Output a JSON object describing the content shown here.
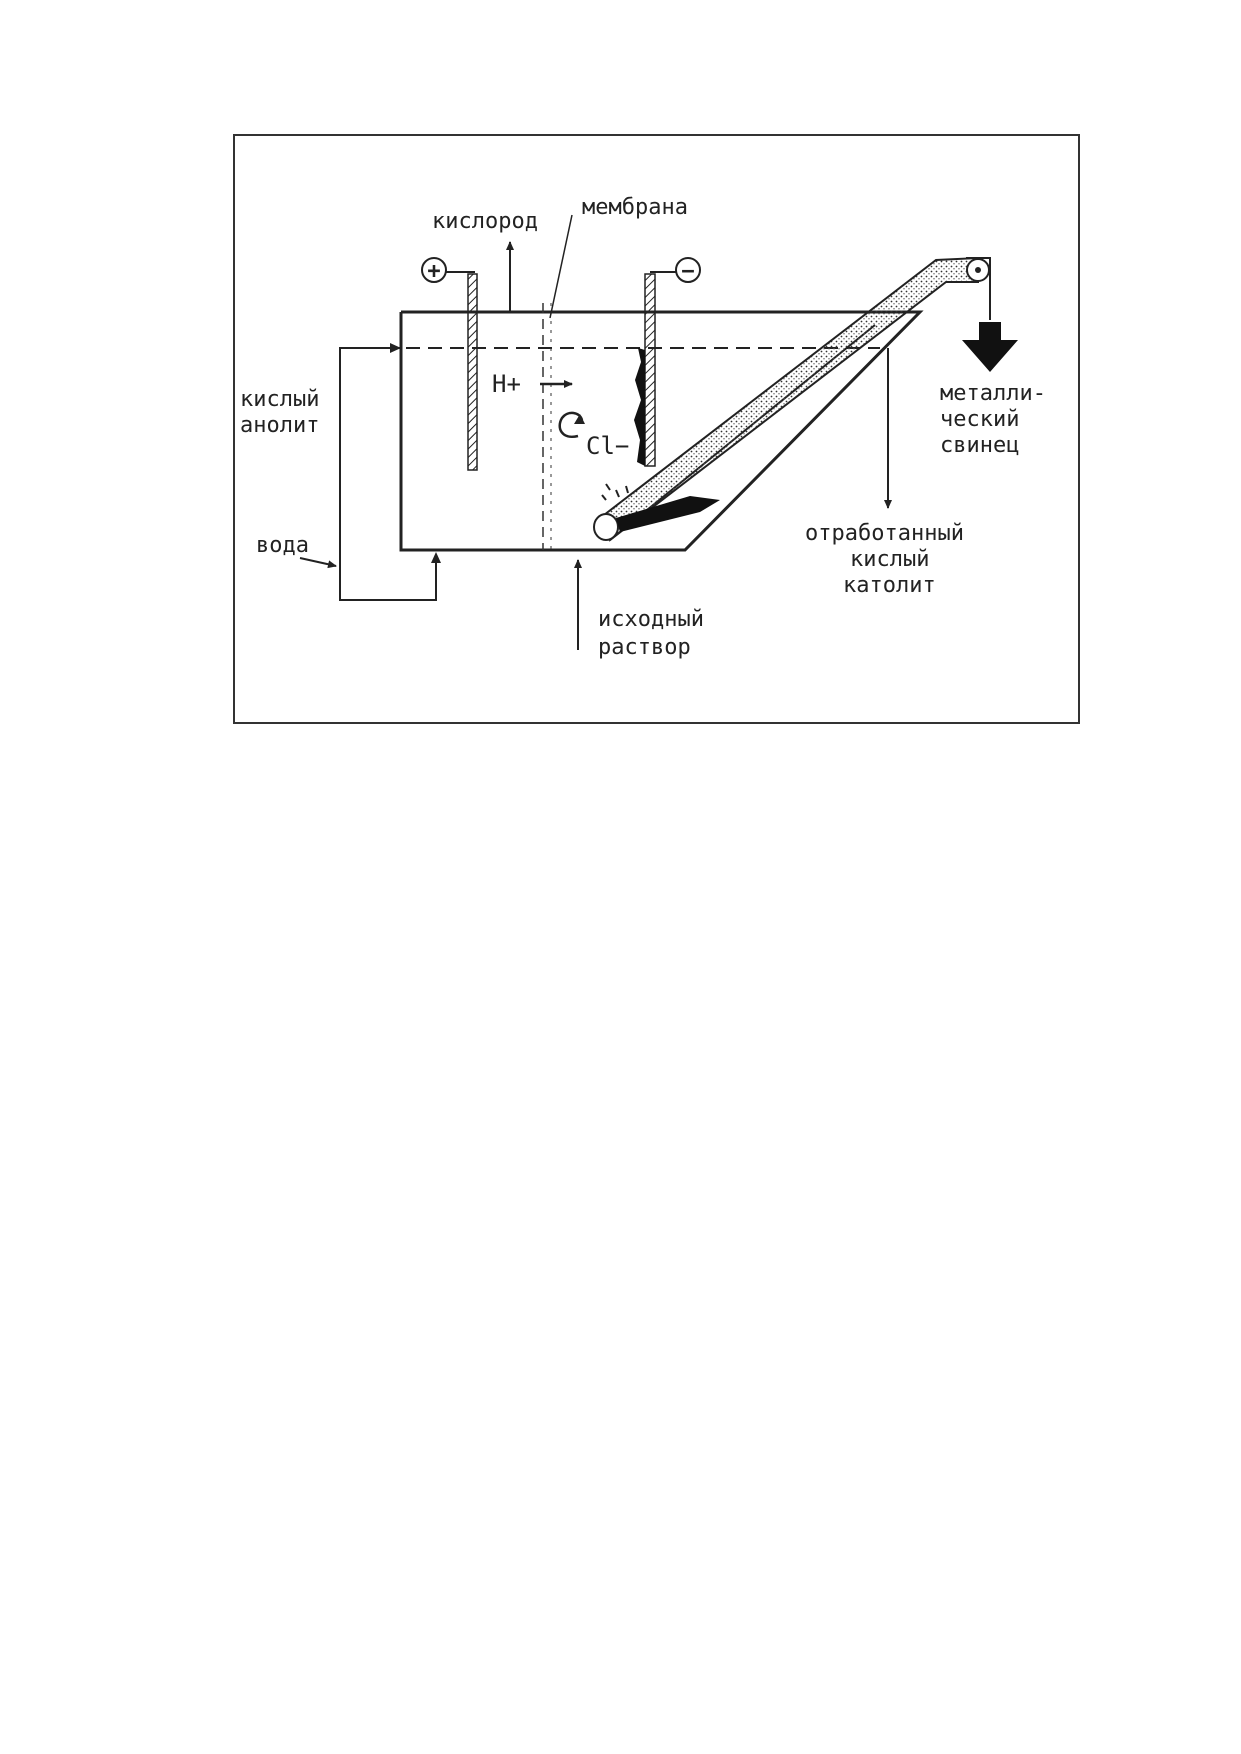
{
  "labels": {
    "oxygen": "кислород",
    "membrane": "мембрана",
    "anolyte_1": "кислый",
    "anolyte_2": "анолит",
    "water": "вода",
    "proton": "H+",
    "chloride": "Cl−",
    "feed_1": "исходный",
    "feed_2": "раствор",
    "spent_1": "отработанный",
    "spent_2": "кислый",
    "spent_3": "католит",
    "lead_1": "металли-",
    "lead_2": "ческий",
    "lead_3": "свинец"
  },
  "electrodes": {
    "anode_sign": "+",
    "cathode_sign": "−"
  }
}
